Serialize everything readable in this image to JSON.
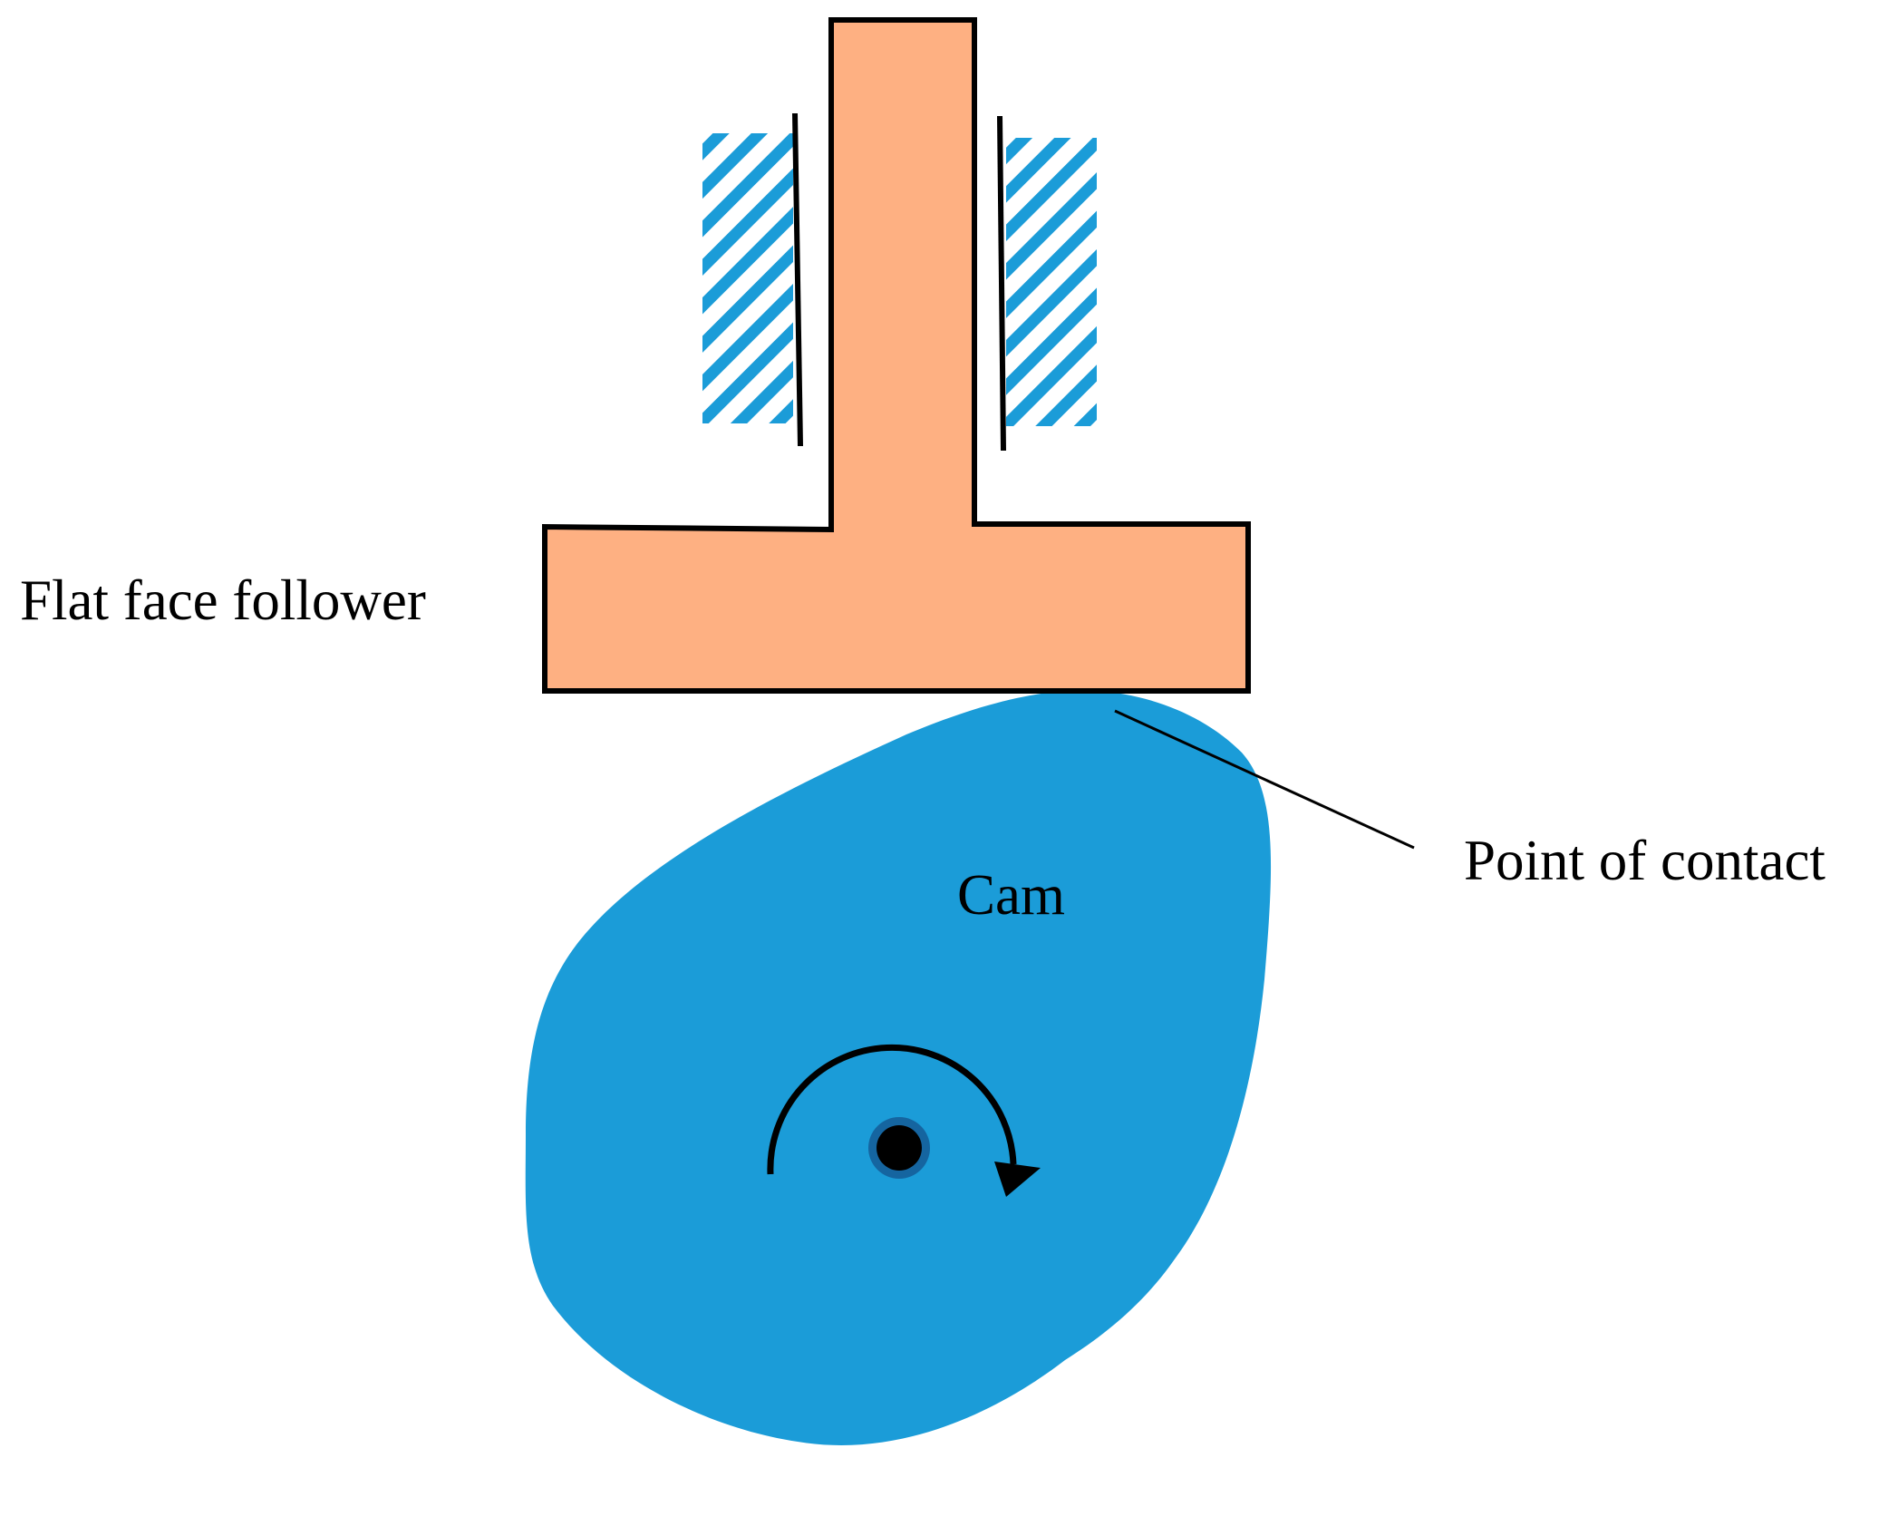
{
  "labels": {
    "follower": "Flat face follower",
    "contact": "Point of contact",
    "cam": "Cam"
  },
  "colors": {
    "follower_fill": "#FEB082",
    "cam_fill": "#1B9CD8",
    "hatch": "#1B9CD8",
    "outline": "#000000",
    "shaft_ring": "#1565A0",
    "text": "#000000"
  },
  "icons": {
    "rotation": "clockwise-arrow-icon",
    "shaft": "shaft-dot-icon"
  }
}
